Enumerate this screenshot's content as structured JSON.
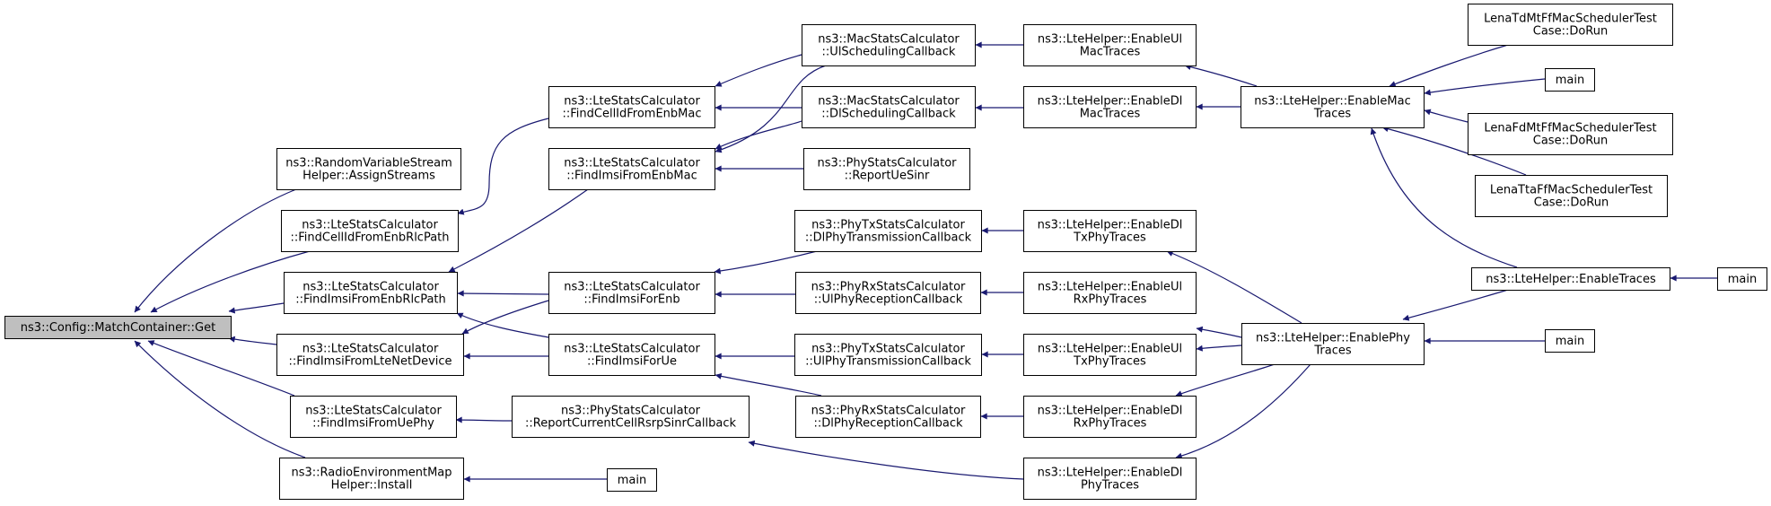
{
  "diagram": {
    "edge_color": "#191970",
    "node_border_color": "#000000",
    "highlight_fill": "#bfbfbf",
    "nodes": [
      {
        "id": "root",
        "lines": [
          "ns3::Config::MatchContainer::Get"
        ],
        "highlighted": true
      },
      {
        "id": "rvs",
        "lines": [
          "ns3::RandomVariableStream",
          "Helper::AssignStreams"
        ]
      },
      {
        "id": "fcrlc",
        "lines": [
          "ns3::LteStatsCalculator",
          "::FindCellIdFromEnbRlcPath"
        ]
      },
      {
        "id": "firlc",
        "lines": [
          "ns3::LteStatsCalculator",
          "::FindImsiFromEnbRlcPath"
        ]
      },
      {
        "id": "filte",
        "lines": [
          "ns3::LteStatsCalculator",
          "::FindImsiFromLteNetDevice"
        ]
      },
      {
        "id": "fiuephy",
        "lines": [
          "ns3::LteStatsCalculator",
          "::FindImsiFromUePhy"
        ]
      },
      {
        "id": "rem",
        "lines": [
          "ns3::RadioEnvironmentMap",
          "Helper::Install"
        ]
      },
      {
        "id": "fcmac",
        "lines": [
          "ns3::LteStatsCalculator",
          "::FindCellIdFromEnbMac"
        ]
      },
      {
        "id": "fimac",
        "lines": [
          "ns3::LteStatsCalculator",
          "::FindImsiFromEnbMac"
        ]
      },
      {
        "id": "fienb",
        "lines": [
          "ns3::LteStatsCalculator",
          "::FindImsiForEnb"
        ]
      },
      {
        "id": "fiue",
        "lines": [
          "ns3::LteStatsCalculator",
          "::FindImsiForUe"
        ]
      },
      {
        "id": "rccrs",
        "lines": [
          "ns3::PhyStatsCalculator",
          "::ReportCurrentCellRsrpSinrCallback"
        ]
      },
      {
        "id": "main_rem",
        "lines": [
          "main"
        ]
      },
      {
        "id": "ulsched",
        "lines": [
          "ns3::MacStatsCalculator",
          "::UlSchedulingCallback"
        ]
      },
      {
        "id": "dlsched",
        "lines": [
          "ns3::MacStatsCalculator",
          "::DlSchedulingCallback"
        ]
      },
      {
        "id": "rusinr",
        "lines": [
          "ns3::PhyStatsCalculator",
          "::ReportUeSinr"
        ]
      },
      {
        "id": "dltx",
        "lines": [
          "ns3::PhyTxStatsCalculator",
          "::DlPhyTransmissionCallback"
        ]
      },
      {
        "id": "ulrx",
        "lines": [
          "ns3::PhyRxStatsCalculator",
          "::UlPhyReceptionCallback"
        ]
      },
      {
        "id": "ultx",
        "lines": [
          "ns3::PhyTxStatsCalculator",
          "::UlPhyTransmissionCallback"
        ]
      },
      {
        "id": "dlrx",
        "lines": [
          "ns3::PhyRxStatsCalculator",
          "::DlPhyReceptionCallback"
        ]
      },
      {
        "id": "eulmac",
        "lines": [
          "ns3::LteHelper::EnableUl",
          "MacTraces"
        ]
      },
      {
        "id": "edlmac",
        "lines": [
          "ns3::LteHelper::EnableDl",
          "MacTraces"
        ]
      },
      {
        "id": "edltx",
        "lines": [
          "ns3::LteHelper::EnableDl",
          "TxPhyTraces"
        ]
      },
      {
        "id": "eulrx",
        "lines": [
          "ns3::LteHelper::EnableUl",
          "RxPhyTraces"
        ]
      },
      {
        "id": "eultx",
        "lines": [
          "ns3::LteHelper::EnableUl",
          "TxPhyTraces"
        ]
      },
      {
        "id": "edlrx",
        "lines": [
          "ns3::LteHelper::EnableDl",
          "RxPhyTraces"
        ]
      },
      {
        "id": "edlphy",
        "lines": [
          "ns3::LteHelper::EnableDl",
          "PhyTraces"
        ]
      },
      {
        "id": "emac",
        "lines": [
          "ns3::LteHelper::EnableMac",
          "Traces"
        ]
      },
      {
        "id": "ephy",
        "lines": [
          "ns3::LteHelper::EnablePhy",
          "Traces"
        ]
      },
      {
        "id": "tdmt",
        "lines": [
          "LenaTdMtFfMacSchedulerTest",
          "Case::DoRun"
        ]
      },
      {
        "id": "main_mac",
        "lines": [
          "main"
        ]
      },
      {
        "id": "fdmt",
        "lines": [
          "LenaFdMtFfMacSchedulerTest",
          "Case::DoRun"
        ]
      },
      {
        "id": "ttaff",
        "lines": [
          "LenaTtaFfMacSchedulerTest",
          "Case::DoRun"
        ]
      },
      {
        "id": "etraces",
        "lines": [
          "ns3::LteHelper::EnableTraces"
        ]
      },
      {
        "id": "main_phy",
        "lines": [
          "main"
        ]
      },
      {
        "id": "main_tr",
        "lines": [
          "main"
        ]
      }
    ],
    "edges": [
      {
        "from": "rvs",
        "to": "root"
      },
      {
        "from": "fcrlc",
        "to": "root"
      },
      {
        "from": "firlc",
        "to": "root"
      },
      {
        "from": "filte",
        "to": "root"
      },
      {
        "from": "fiuephy",
        "to": "root"
      },
      {
        "from": "rem",
        "to": "root"
      },
      {
        "from": "fcmac",
        "to": "fcrlc"
      },
      {
        "from": "fimac",
        "to": "firlc"
      },
      {
        "from": "fienb",
        "to": "firlc"
      },
      {
        "from": "fiue",
        "to": "firlc"
      },
      {
        "from": "fienb",
        "to": "filte"
      },
      {
        "from": "fiue",
        "to": "filte"
      },
      {
        "from": "rccrs",
        "to": "fiuephy"
      },
      {
        "from": "main_rem",
        "to": "rem"
      },
      {
        "from": "ulsched",
        "to": "fcmac"
      },
      {
        "from": "dlsched",
        "to": "fcmac"
      },
      {
        "from": "ulsched",
        "to": "fimac"
      },
      {
        "from": "dlsched",
        "to": "fimac"
      },
      {
        "from": "rusinr",
        "to": "fimac"
      },
      {
        "from": "dltx",
        "to": "fienb"
      },
      {
        "from": "ulrx",
        "to": "fienb"
      },
      {
        "from": "ultx",
        "to": "fiue"
      },
      {
        "from": "dlrx",
        "to": "fiue"
      },
      {
        "from": "edlphy",
        "to": "rccrs"
      },
      {
        "from": "eulmac",
        "to": "ulsched"
      },
      {
        "from": "edlmac",
        "to": "dlsched"
      },
      {
        "from": "edltx",
        "to": "dltx"
      },
      {
        "from": "eulrx",
        "to": "ulrx"
      },
      {
        "from": "eultx",
        "to": "ultx"
      },
      {
        "from": "edlrx",
        "to": "dlrx"
      },
      {
        "from": "emac",
        "to": "eulmac"
      },
      {
        "from": "emac",
        "to": "edlmac"
      },
      {
        "from": "ephy",
        "to": "edltx"
      },
      {
        "from": "ephy",
        "to": "eulrx"
      },
      {
        "from": "ephy",
        "to": "eultx"
      },
      {
        "from": "ephy",
        "to": "edlrx"
      },
      {
        "from": "ephy",
        "to": "edlphy"
      },
      {
        "from": "tdmt",
        "to": "emac"
      },
      {
        "from": "main_mac",
        "to": "emac"
      },
      {
        "from": "fdmt",
        "to": "emac"
      },
      {
        "from": "ttaff",
        "to": "emac"
      },
      {
        "from": "etraces",
        "to": "emac"
      },
      {
        "from": "etraces",
        "to": "ephy"
      },
      {
        "from": "main_phy",
        "to": "ephy"
      },
      {
        "from": "main_tr",
        "to": "etraces"
      }
    ]
  }
}
